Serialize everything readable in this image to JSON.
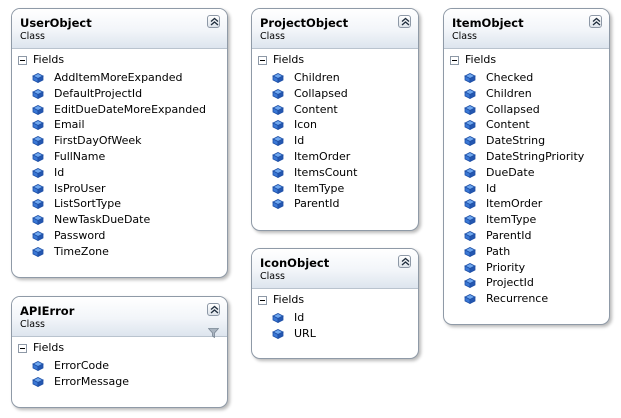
{
  "classes": [
    {
      "title": "UserObject",
      "stereotype": "Class",
      "section": "Fields",
      "fields": [
        "AddItemMoreExpanded",
        "DefaultProjectId",
        "EditDueDateMoreExpanded",
        "Email",
        "FirstDayOfWeek",
        "FullName",
        "Id",
        "IsProUser",
        "ListSortType",
        "NewTaskDueDate",
        "Password",
        "TimeZone"
      ]
    },
    {
      "title": "ProjectObject",
      "stereotype": "Class",
      "section": "Fields",
      "fields": [
        "Children",
        "Collapsed",
        "Content",
        "Icon",
        "Id",
        "ItemOrder",
        "ItemsCount",
        "ItemType",
        "ParentId"
      ]
    },
    {
      "title": "ItemObject",
      "stereotype": "Class",
      "section": "Fields",
      "fields": [
        "Checked",
        "Children",
        "Collapsed",
        "Content",
        "DateString",
        "DateStringPriority",
        "DueDate",
        "Id",
        "ItemOrder",
        "ItemType",
        "ParentId",
        "Path",
        "Priority",
        "ProjectId",
        "Recurrence"
      ]
    },
    {
      "title": "IconObject",
      "stereotype": "Class",
      "section": "Fields",
      "fields": [
        "Id",
        "URL"
      ]
    },
    {
      "title": "APIError",
      "stereotype": "Class",
      "section": "Fields",
      "fields": [
        "ErrorCode",
        "ErrorMessage"
      ]
    }
  ],
  "icons": {
    "collapse": "double-chevron-up-icon",
    "field": "field-icon",
    "filter": "filter-icon"
  },
  "colors": {
    "border": "#8f9aa7",
    "header_light": "#ffffff",
    "header_dark": "#dde5ee",
    "field_icon": "#2a66c4"
  }
}
